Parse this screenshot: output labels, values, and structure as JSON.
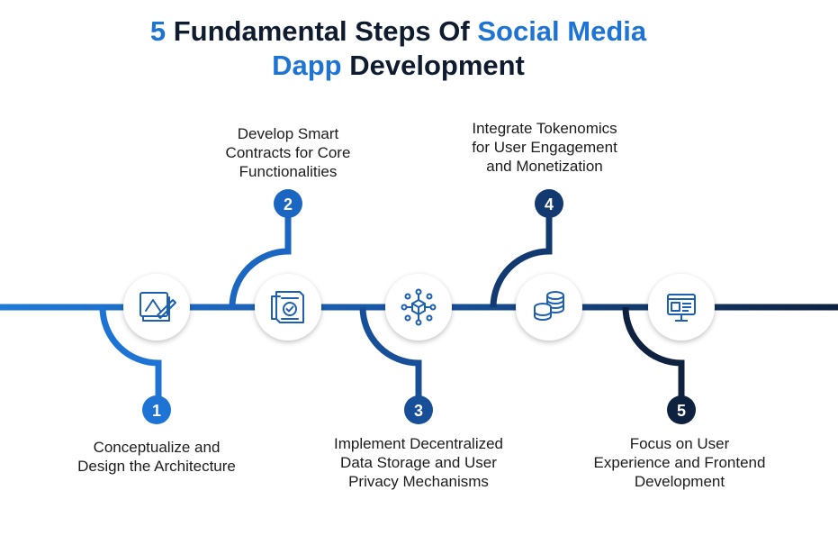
{
  "title": {
    "number": "5",
    "part1": "Fundamental Steps Of",
    "highlight1": "Social Media",
    "highlight2": "Dapp",
    "part2": "Development"
  },
  "steps": [
    {
      "number": "1",
      "icon": "blueprint-drafting-icon",
      "label": [
        "Conceptualize and",
        "Design the Architecture"
      ]
    },
    {
      "number": "2",
      "icon": "smart-contract-scroll-icon",
      "label": [
        "Develop Smart",
        "Contracts for Core",
        "Functionalities"
      ]
    },
    {
      "number": "3",
      "icon": "decentralized-network-cube-icon",
      "label": [
        "Implement Decentralized",
        "Data Storage and User",
        "Privacy Mechanisms"
      ]
    },
    {
      "number": "4",
      "icon": "token-coins-stack-icon",
      "label": [
        "Integrate Tokenomics",
        "for User Engagement",
        "and Monetization"
      ]
    },
    {
      "number": "5",
      "icon": "monitor-frontend-icon",
      "label": [
        "Focus on User",
        "Experience and Frontend",
        "Development"
      ]
    }
  ],
  "colors": {
    "line_start": "#1f7ad8",
    "line_end": "#0e2240",
    "badge_1": "#1d74d4",
    "badge_2": "#1a66c0",
    "badge_3": "#174f98",
    "badge_4": "#133a70",
    "badge_5": "#0e2240",
    "icon": "#1d5fb0"
  }
}
